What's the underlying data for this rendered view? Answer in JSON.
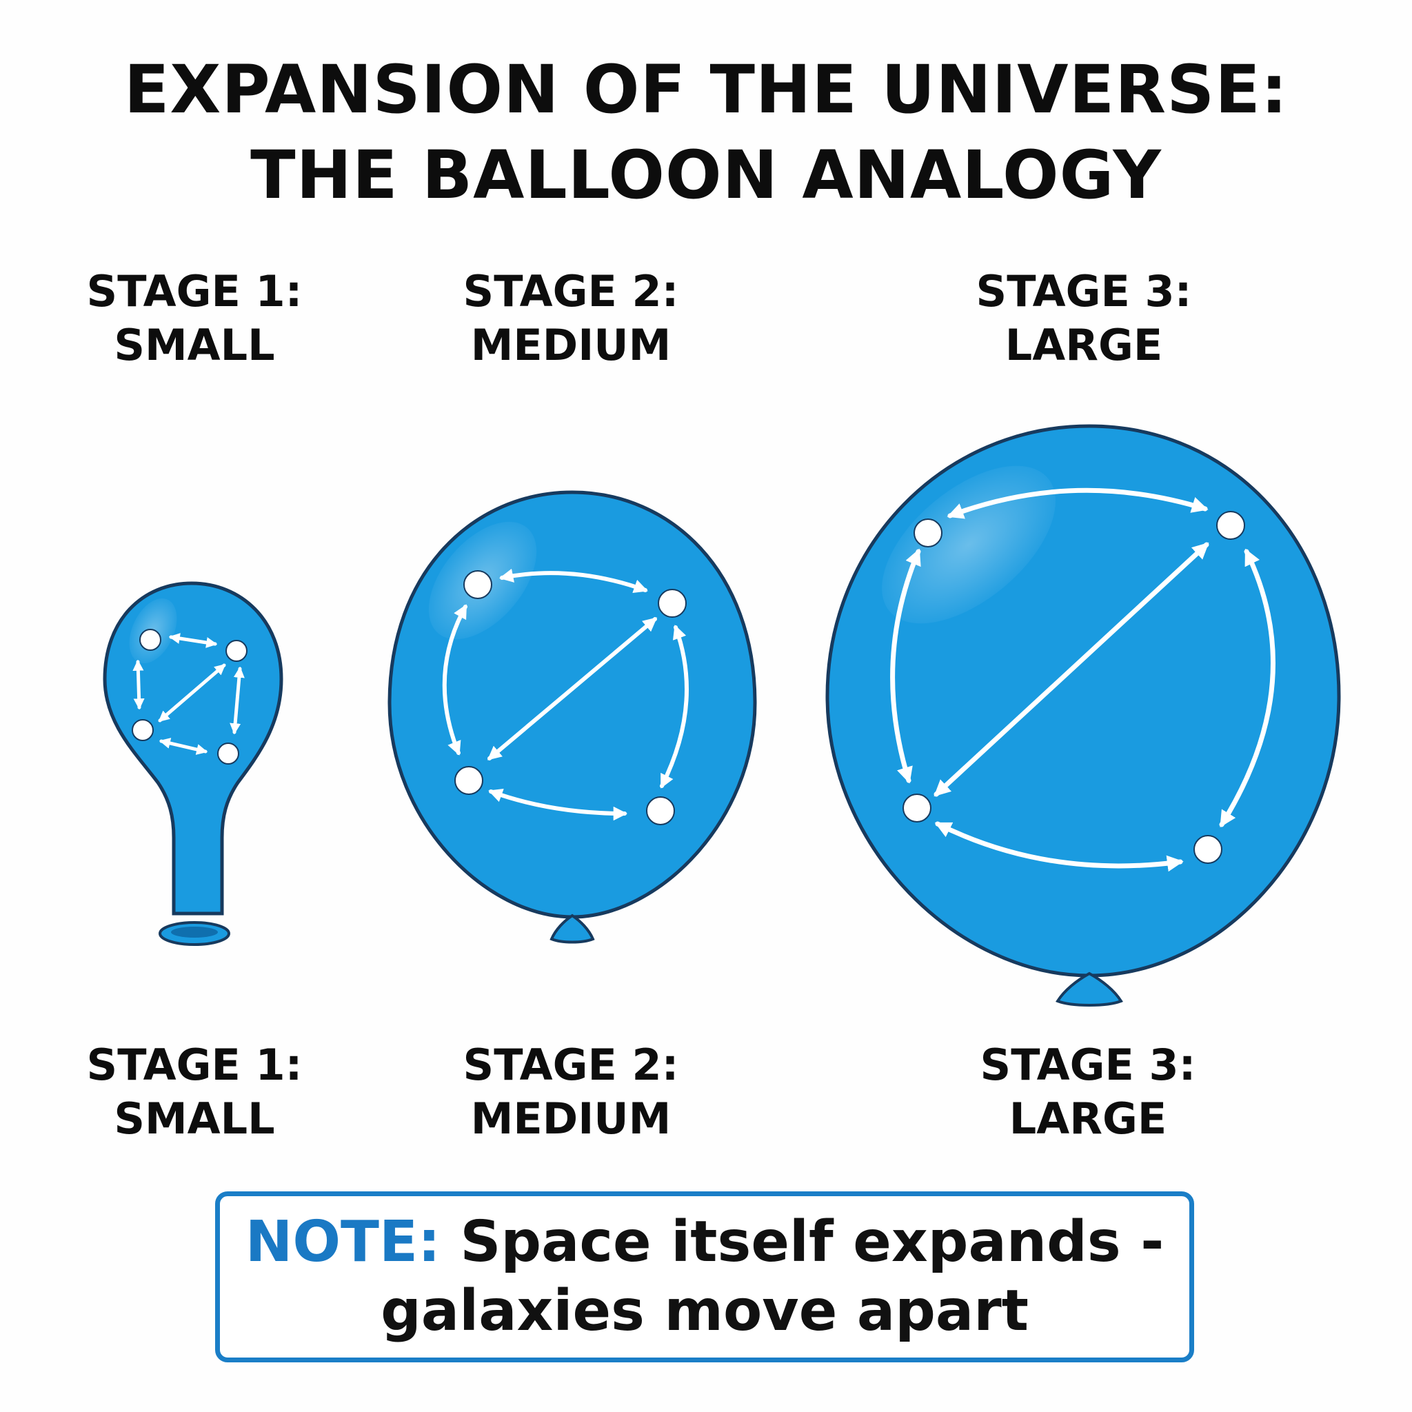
{
  "title": {
    "line1": "EXPANSION OF THE UNIVERSE:",
    "line2": "THE BALLOON ANALOGY"
  },
  "stages_top": [
    {
      "line1": "STAGE 1:",
      "line2": "SMALL"
    },
    {
      "line1": "STAGE 2:",
      "line2": "MEDIUM"
    },
    {
      "line1": "STAGE 3:",
      "line2": "LARGE"
    }
  ],
  "stages_bottom": [
    {
      "line1": "STAGE 1:",
      "line2": "SMALL"
    },
    {
      "line1": "STAGE 2:",
      "line2": "MEDIUM"
    },
    {
      "line1": "STAGE 3:",
      "line2": "LARGE"
    }
  ],
  "note": {
    "label": "NOTE:",
    "text_line1": " Space itself expands -",
    "text_line2": "galaxies move apart"
  },
  "colors": {
    "balloon_fill": "#1a9be0",
    "balloon_outline": "#173a5e",
    "galaxy": "#ffffff",
    "note_border": "#1a7ec7",
    "note_label": "#1a79c4"
  }
}
